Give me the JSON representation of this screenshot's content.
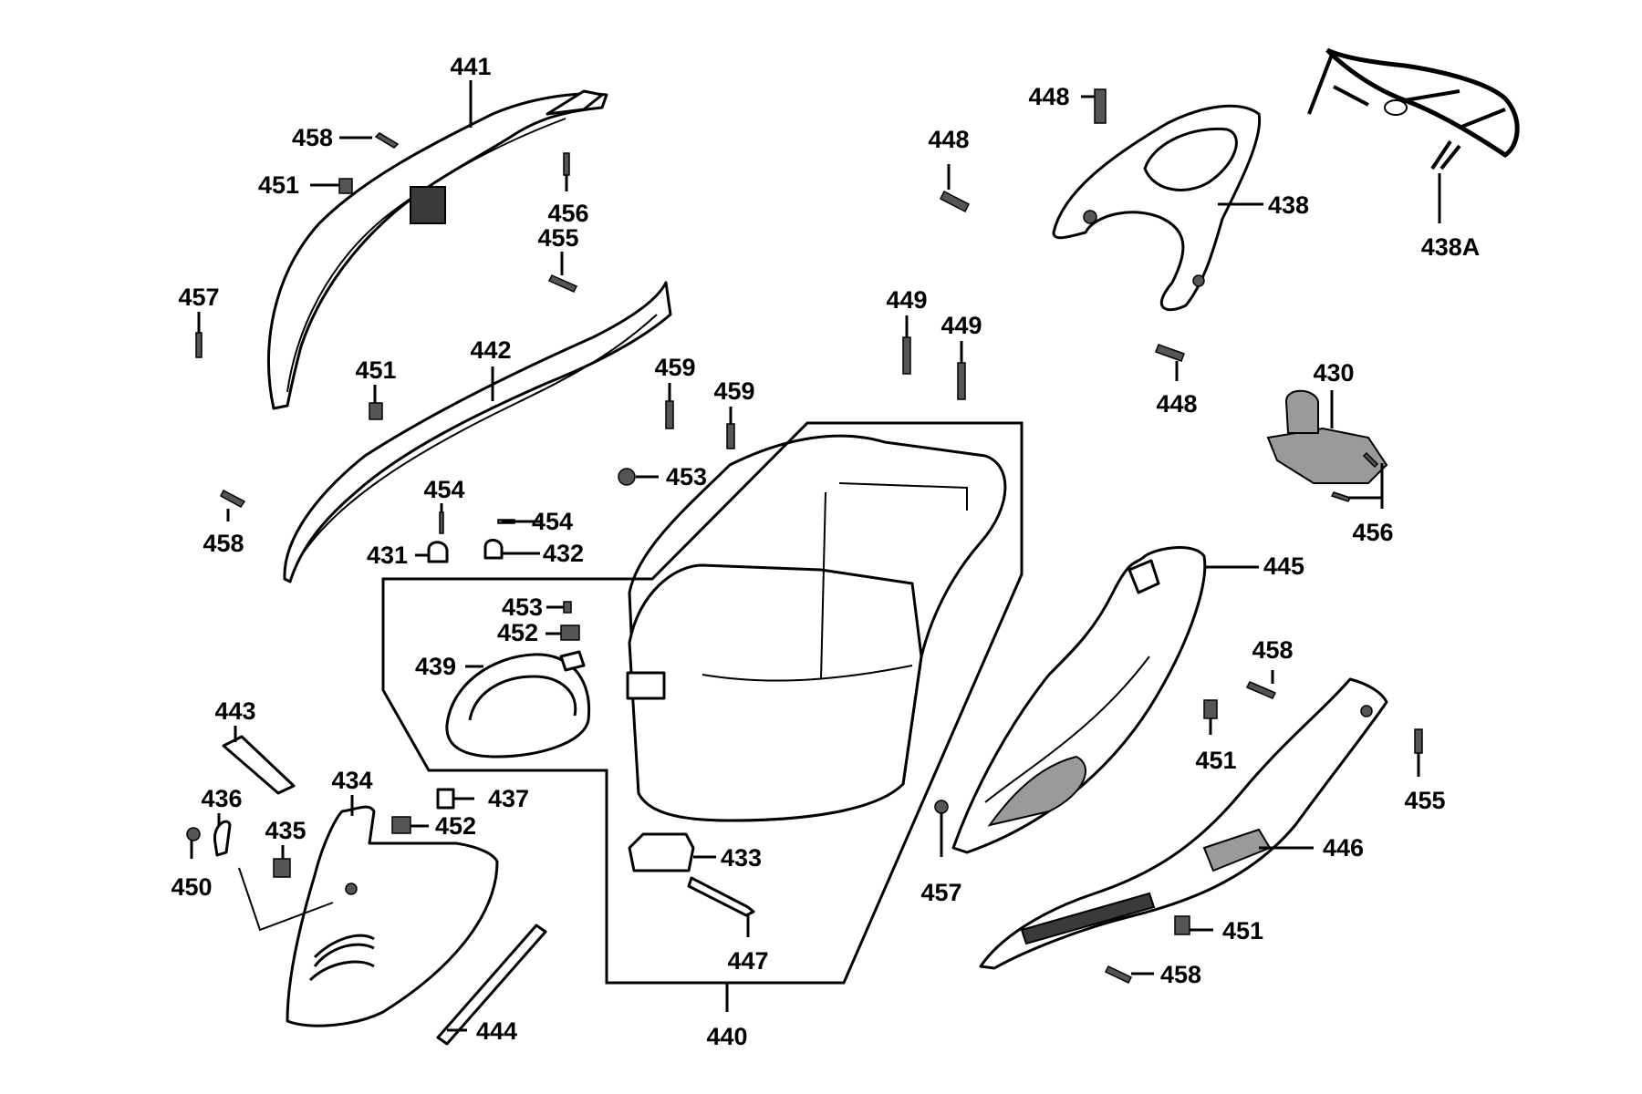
{
  "labels": {
    "l441": "441",
    "l458a": "458",
    "l451a": "451",
    "l456a": "456",
    "l455a": "455",
    "l457a": "457",
    "l442": "442",
    "l451b": "451",
    "l458b": "458",
    "l459a": "459",
    "l459b": "459",
    "l453a": "453",
    "l454a": "454",
    "l454b": "454",
    "l431": "431",
    "l432": "432",
    "l453b": "453",
    "l452a": "452",
    "l439": "439",
    "l443": "443",
    "l434": "434",
    "l436": "436",
    "l435": "435",
    "l437": "437",
    "l452b": "452",
    "l450": "450",
    "l433": "433",
    "l447": "447",
    "l444": "444",
    "l440": "440",
    "l448a": "448",
    "l448b": "448",
    "l448c": "448",
    "l438": "438",
    "l438A": "438A",
    "l449a": "449",
    "l449b": "449",
    "l430": "430",
    "l456b": "456",
    "l445": "445",
    "l458c": "458",
    "l451c": "451",
    "l455b": "455",
    "l457b": "457",
    "l446": "446",
    "l451d": "451",
    "l458d": "458"
  }
}
